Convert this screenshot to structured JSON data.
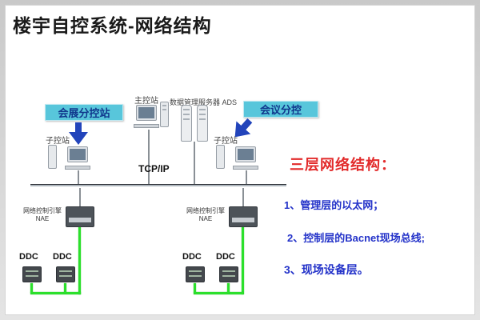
{
  "title": "楼宇自控系统-网络结构",
  "diagram": {
    "callouts": {
      "exhibition": "会展分控站",
      "meeting": "会议分控"
    },
    "nodes": {
      "master_station": "主控站",
      "data_server": "数据管理服务器 ADS",
      "substation_left": "子控站",
      "substation_right": "子控站",
      "bus_label": "TCP/IP",
      "nae_left_line1": "网络控制引擎",
      "nae_left_line2": "NAE",
      "nae_right_line1": "网络控制引擎",
      "nae_right_line2": "NAE",
      "ddc_left_1": "DDC",
      "ddc_left_2": "DDC",
      "ddc_right_1": "DDC",
      "ddc_right_2": "DDC"
    }
  },
  "notes": {
    "heading": "三层网络结构：",
    "items": [
      {
        "text": "1、管理层的以太网；"
      },
      {
        "text": "2、控制层的Bacnet现场总线;"
      },
      {
        "text": "3、现场设备层。"
      }
    ]
  },
  "colors": {
    "callout_bg": "#58c6db",
    "callout_text": "#10368c",
    "arrow_blue": "#2244bb",
    "heading_red": "#e22b2b",
    "note_blue": "#2433c9",
    "field_bus_green": "#2ce02c",
    "ethernet_bus": "#2f3338"
  }
}
